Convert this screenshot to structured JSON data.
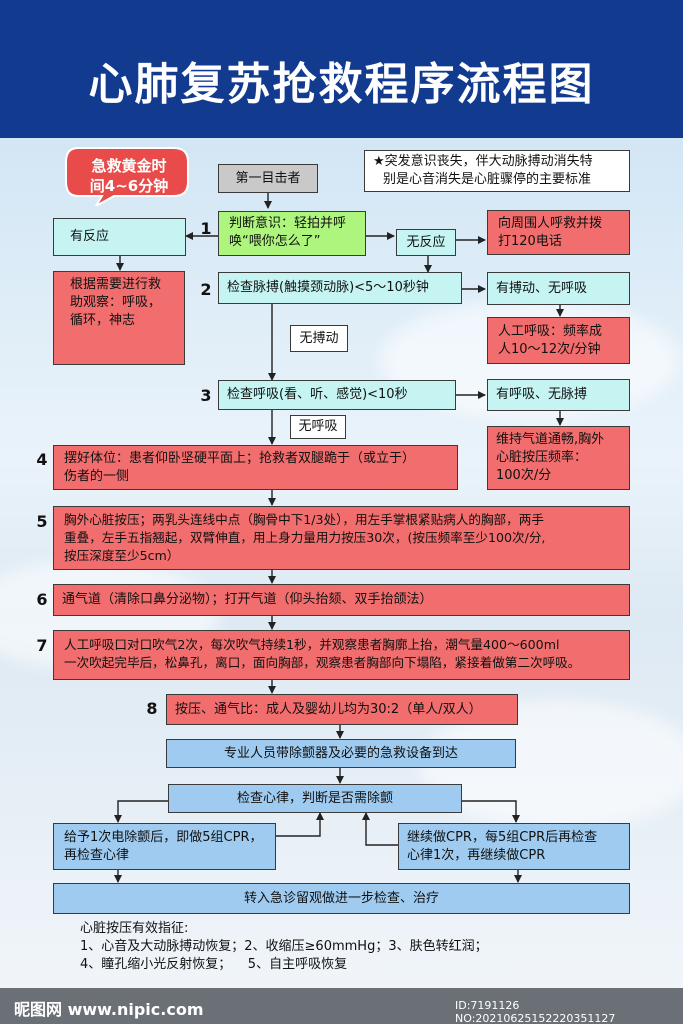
{
  "title": "心肺复苏抢救程序流程图",
  "golden_time": [
    "急救黄金时",
    "间4~6分钟"
  ],
  "note": [
    "★突发意识丧失，伴大动脉搏动消失特",
    "别是心音消失是心脏骤停的主要标准"
  ],
  "witness": "第一目击者",
  "steps": {
    "n1": "1",
    "n2": "2",
    "n3": "3",
    "n4": "4",
    "n5": "5",
    "n6": "6",
    "n7": "7",
    "n8": "8"
  },
  "s1": [
    "判断意识：轻拍并呼",
    "唤“喂你怎么了”"
  ],
  "responsive": "有反应",
  "observe": [
    "根据需要进行救",
    "助观察：呼吸，",
    "循环，神志"
  ],
  "unresponsive": "无反应",
  "call_help": [
    "向周围人呼救并拨",
    "打120电话"
  ],
  "s2": "检查脉搏(触摸颈动脉)<5～10秒钟",
  "pulse_no_breath": "有搏动、无呼吸",
  "rescue_breath": [
    "人工呼吸：频率成",
    "人10～12次/分钟"
  ],
  "no_pulse": "无搏动",
  "s3": "检查呼吸(看、听、感觉)<10秒",
  "breath_no_pulse": "有呼吸、无脉搏",
  "maintain": [
    "维持气道通畅,胸外",
    "心脏按压频率：",
    "100次/分"
  ],
  "no_breath": "无呼吸",
  "s4": [
    "摆好体位：患者仰卧坚硬平面上；抢救者双腿跪于（或立于）",
    "伤者的一侧"
  ],
  "s5": [
    "胸外心脏按压；两乳头连线中点（胸骨中下1/3处），用左手掌根紧贴病人的胸部，两手",
    "重叠，左手五指翘起，双臂伸直，用上身力量用力按压30次，(按压频率至少100次/分,",
    "按压深度至少5cm）"
  ],
  "s6": "通气道（清除口鼻分泌物）；打开气道（仰头抬颏、双手抬颌法）",
  "s7": [
    "人工呼吸口对口吹气2次，每次吹气持续1秒，并观察患者胸廓上抬，潮气量400～600ml",
    "一次吹起完毕后，松鼻孔，离口，面向胸部，观察患者胸部向下塌陷，紧接着做第二次呼吸。"
  ],
  "s8": "按压、通气比：成人及婴幼儿均为30:2（单人/双人）",
  "arrive": "专业人员带除颤器及必要的急救设备到达",
  "rhythm": "检查心律，判断是否需除颤",
  "shock": [
    "给予1次电除颤后，即做5组CPR，",
    "再检查心律"
  ],
  "continue_cpr": [
    "继续做CPR，每5组CPR后再检查",
    "心律1次，再继续做CPR"
  ],
  "transfer": "转入急诊留观做进一步检查、治疗",
  "effective": [
    "心脏按压有效指征:",
    "1、心音及大动脉搏动恢复；2、收缩压≥60mmHg；3、肤色转红润；",
    "4、瞳孔缩小光反射恢复；    5、自主呼吸恢复"
  ],
  "watermark_left": "昵图网 www.nipic.com",
  "watermark_right": "ID:7191126 NO:20210625152220351127",
  "colors": {
    "header": "#123b8f",
    "red": "#f26d6d",
    "cyan": "#c5f4f2",
    "blue": "#9fcbf0",
    "green": "#aef57d",
    "bubble": "#e94b4b"
  }
}
